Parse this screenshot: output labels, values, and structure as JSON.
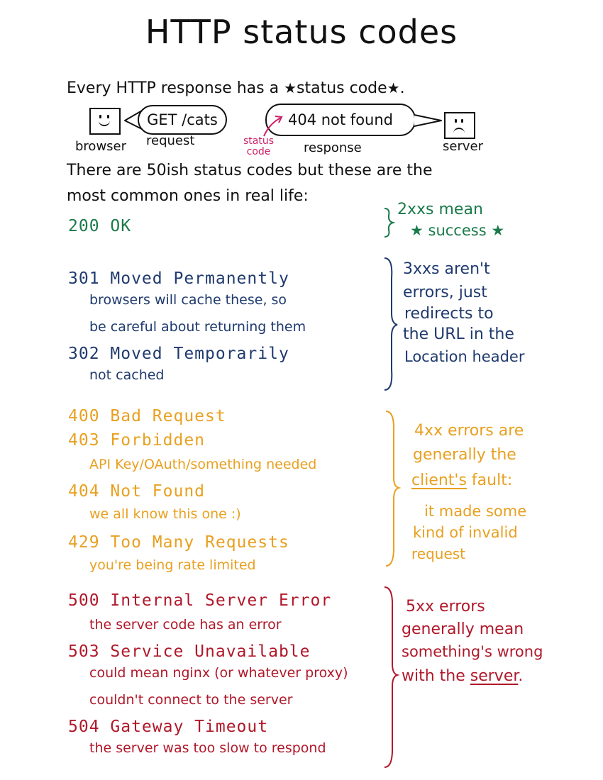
{
  "title": "HTTP status codes",
  "intro": {
    "before": "Every HTTP response has a ",
    "star": "★",
    "term": "status code",
    "after": "."
  },
  "diagram": {
    "browser_label": "browser",
    "request_bubble": "GET /cats",
    "request_label": "request",
    "response_bubble": "404 not found",
    "response_label": "response",
    "status_code_label": "status\ncode",
    "server_label": "server"
  },
  "paragraph": {
    "line1": "There are 50ish status codes but these are the",
    "line2": "most common ones in real life:"
  },
  "groups": {
    "g2xx": {
      "codes": [
        {
          "code": "200 OK"
        }
      ],
      "note": {
        "line1": "2xxs mean",
        "line2": "★ success ★"
      }
    },
    "g3xx": {
      "codes": [
        {
          "code": "301 Moved Permanently",
          "desc1": "browsers will cache these, so",
          "desc2": "be careful about returning them"
        },
        {
          "code": "302 Moved Temporarily",
          "desc1": "not cached"
        }
      ],
      "note": [
        "3xxs aren't",
        "errors, just",
        "redirects to",
        "the URL in the",
        "Location header"
      ]
    },
    "g4xx": {
      "codes": [
        {
          "code": "400 Bad Request"
        },
        {
          "code": "403 Forbidden",
          "desc1": "API Key/OAuth/something needed"
        },
        {
          "code": "404 Not Found",
          "desc1": "we all know this one :)"
        },
        {
          "code": "429 Too Many Requests",
          "desc1": "you're being rate limited"
        }
      ],
      "note": {
        "line1": "4xx errors are",
        "line2": "generally the",
        "line3_ul": "client's",
        "line3_rest": " fault:",
        "line4": "it made some",
        "line5": "kind of invalid",
        "line6": "request"
      }
    },
    "g5xx": {
      "codes": [
        {
          "code": "500 Internal Server Error",
          "desc1": "the server code has an error"
        },
        {
          "code": "503 Service Unavailable",
          "desc1": "could mean nginx (or whatever proxy)",
          "desc2": "couldn't connect to the server"
        },
        {
          "code": "504 Gateway Timeout",
          "desc1": "the server was too slow to respond"
        }
      ],
      "note": {
        "line1": "5xx errors",
        "line2": "generally mean",
        "line3": "something's wrong",
        "line4_pre": "with the ",
        "line4_ul": "server",
        "line4_post": "."
      }
    }
  },
  "colors": {
    "2xx": "#1a7a4a",
    "3xx": "#1f3a6e",
    "4xx": "#e8a020",
    "5xx": "#b0182a",
    "status_code_label": "#cc2266"
  }
}
